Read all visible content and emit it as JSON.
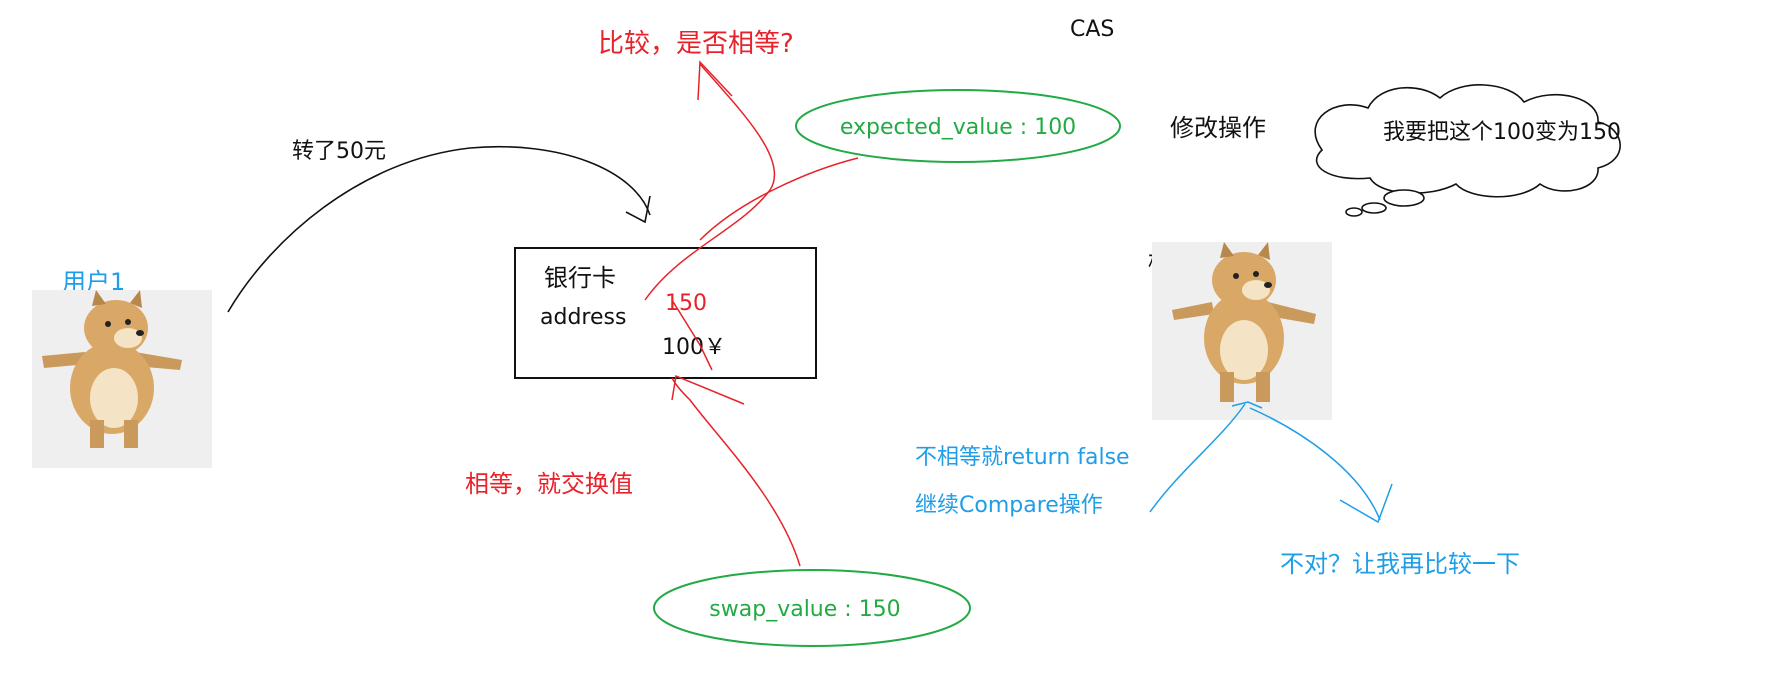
{
  "title": "CAS",
  "colors": {
    "red": "#e8222a",
    "green": "#22aa44",
    "blue": "#1f9ee8",
    "black": "#111111",
    "dog_bg": "#efefef"
  },
  "user": {
    "label": "用户1",
    "transfer_label": "转了50元"
  },
  "bank_card": {
    "title": "银行卡",
    "address_label": "address",
    "new_value": "150",
    "current_value": "100￥"
  },
  "compare_label": "比较，是否相等?",
  "expected_value_label": "expected_value : 100",
  "swap_label": "相等，就交换值",
  "swap_value_label": "swap_value : 150",
  "modify_label": "修改操作",
  "thought_bubble": "我要把这个100变为150",
  "teller": {
    "label": "柜员"
  },
  "not_equal_lines": [
    "不相等就return false",
    "继续Compare操作"
  ],
  "retry_label": "不对？让我再比较一下",
  "icons": [
    "doge-icon",
    "doge-icon"
  ]
}
